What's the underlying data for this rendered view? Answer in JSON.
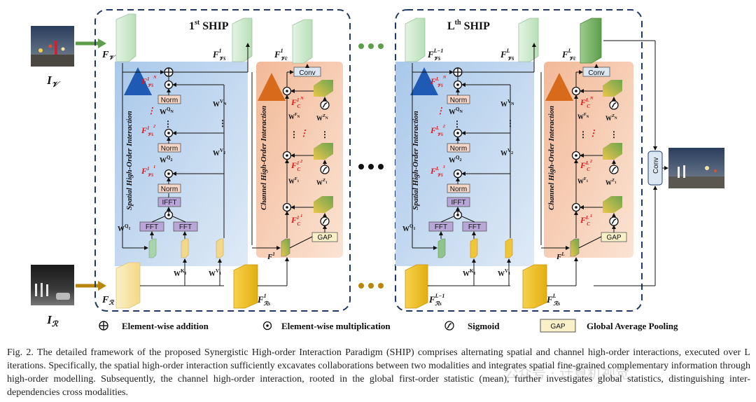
{
  "figure": {
    "modules": [
      {
        "title_main": "1",
        "title_sup": "st",
        "title_rest": " SHIP",
        "iter": "1"
      },
      {
        "title_main": "L",
        "title_sup": "th",
        "title_rest": " SHIP",
        "iter": "L"
      }
    ],
    "inputs": {
      "visible_label": "I",
      "visible_sub": "𝒱",
      "infrared_label": "I",
      "infrared_sub": "ℛ",
      "fv": "F",
      "fv_sub": "𝒱",
      "fr": "F",
      "fr_sub": "ℛ"
    },
    "spatial_label": "Spatial High-Order Interaction",
    "channel_label": "Channel High-Order Interaction",
    "boxes": {
      "norm": "Norm",
      "ifft": "IFFT",
      "fft": "FFT",
      "conv": "Conv",
      "gap": "GAP"
    },
    "ellipsis": "● ● ●"
  },
  "legend": {
    "addition": "Element-wise addition",
    "multiplication": "Element-wise multiplication",
    "sigmoid": "Sigmoid",
    "gap_box": "GAP",
    "gap_text": "Global Average Pooling"
  },
  "caption": "Fig. 2.   The detailed framework of the proposed Synergistic High-order Interaction Paradigm (SHIP) comprises alternating spatial and channel high-order interactions, executed over L iterations. Specifically, the spatial high-order interaction sufficiently excavates collaborations between two modalities and integrates spatial fine-grained complementary information through high-order modelling. Subsequently, the channel high-order interaction, rooted in the global first-order statistic (mean), further investigates global statistics, distinguishing inter-dependencies cross modalities.",
  "watermark": "公众号 · 计算机视觉"
}
